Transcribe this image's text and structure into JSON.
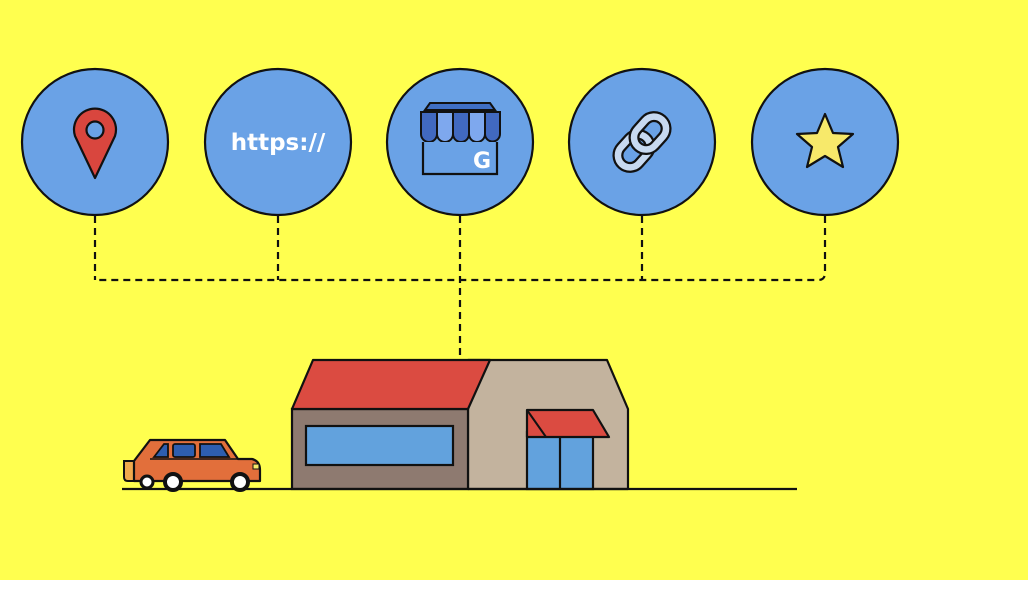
{
  "colors": {
    "background": "#ffff4f",
    "circle_fill": "#6aa2e6",
    "outline": "#111111",
    "pin_red": "#d9463e",
    "roof_red": "#db4b41",
    "wall_left": "#8e7a70",
    "wall_right": "#c3b39e",
    "window_blue": "#62a2dd",
    "car_orange": "#e26f3b",
    "star_yellow": "#f7e96a",
    "link_light": "#c7d9f0"
  },
  "icons": [
    {
      "name": "location-pin-icon"
    },
    {
      "name": "https-url-icon",
      "label": "https://"
    },
    {
      "name": "google-business-storefront-icon",
      "label": "G"
    },
    {
      "name": "chain-link-icon"
    },
    {
      "name": "star-review-icon"
    }
  ],
  "illustration": {
    "subjects": [
      "car-icon",
      "storefront-building",
      "ground-line",
      "dashed-connectors"
    ]
  }
}
